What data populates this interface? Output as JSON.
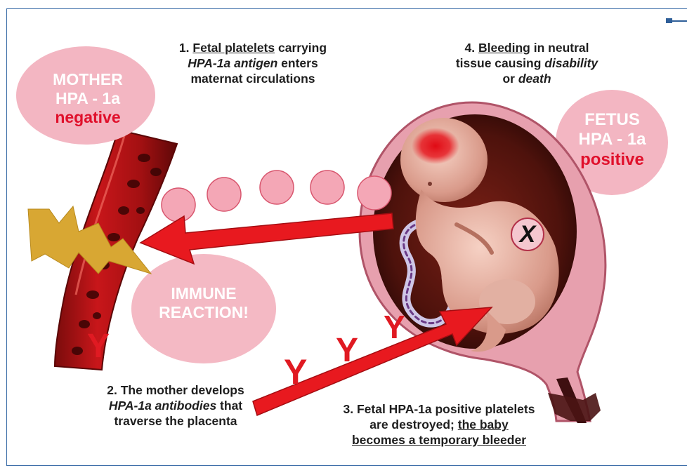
{
  "mother_bubble": {
    "line1": "MOTHER",
    "line2": "HPA - 1a",
    "line3": "negative"
  },
  "fetus_bubble": {
    "line1": "FETUS",
    "line2": "HPA - 1a",
    "line3": "positive"
  },
  "immune_bubble": {
    "line1": "IMMUNE",
    "line2": "REACTION!"
  },
  "step1": {
    "number": "1.",
    "u1": "Fetal platelets",
    "t1": " carrying",
    "it1": "HPA-1a antigen",
    "t2": " enters",
    "line3": "maternat circulations"
  },
  "step2": {
    "line1": "2. The mother develops",
    "it1": "HPA-1a antibodies",
    "t1": " that",
    "line3": "traverse the placenta"
  },
  "step3": {
    "line1": "3. Fetal HPA-1a positive platelets",
    "t1": "are destroyed; ",
    "u1": "the baby",
    "u2": "becomes a temporary bleeder"
  },
  "step4": {
    "number": "4.",
    "u1": "Bleeding",
    "t1": " in neutral",
    "t2": "tissue causing ",
    "it1": "disability",
    "t3": "or ",
    "it2": "death"
  },
  "x_mark": "X",
  "antibody_symbol": "Y",
  "colors": {
    "frame_border": "#3d6ea8",
    "bubble_pink": "#f3b6c2",
    "accent_red": "#e0102b",
    "arrow_red": "#e8191f",
    "lightning_gold": "#d8a733",
    "platelet_pink": "#f4a7b6"
  },
  "icons": [
    "lightning-bolt-icon",
    "blood-vessel-illustration",
    "uterus-fetus-illustration",
    "umbilical-cord-illustration",
    "platelet-circle-icon",
    "antibody-y-icon",
    "red-arrow-icon"
  ]
}
